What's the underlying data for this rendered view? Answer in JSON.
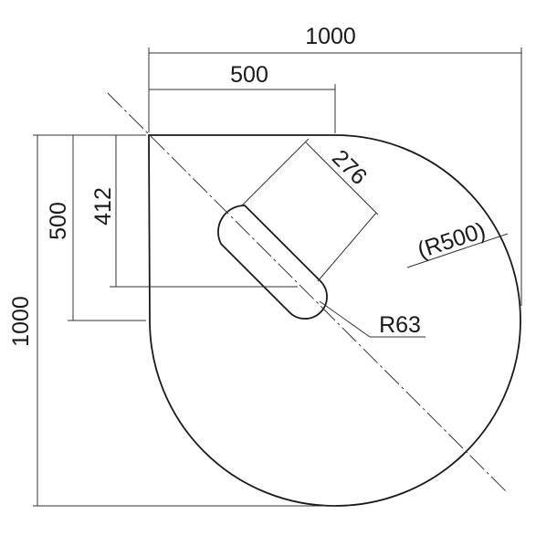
{
  "drawing": {
    "dimensions": {
      "overall_width": "1000",
      "half_width": "500",
      "overall_height": "1000",
      "half_height": "500",
      "slot_offset": "412",
      "slot_length": "276",
      "outer_radius": "(R500)",
      "slot_radius": "R63"
    }
  }
}
